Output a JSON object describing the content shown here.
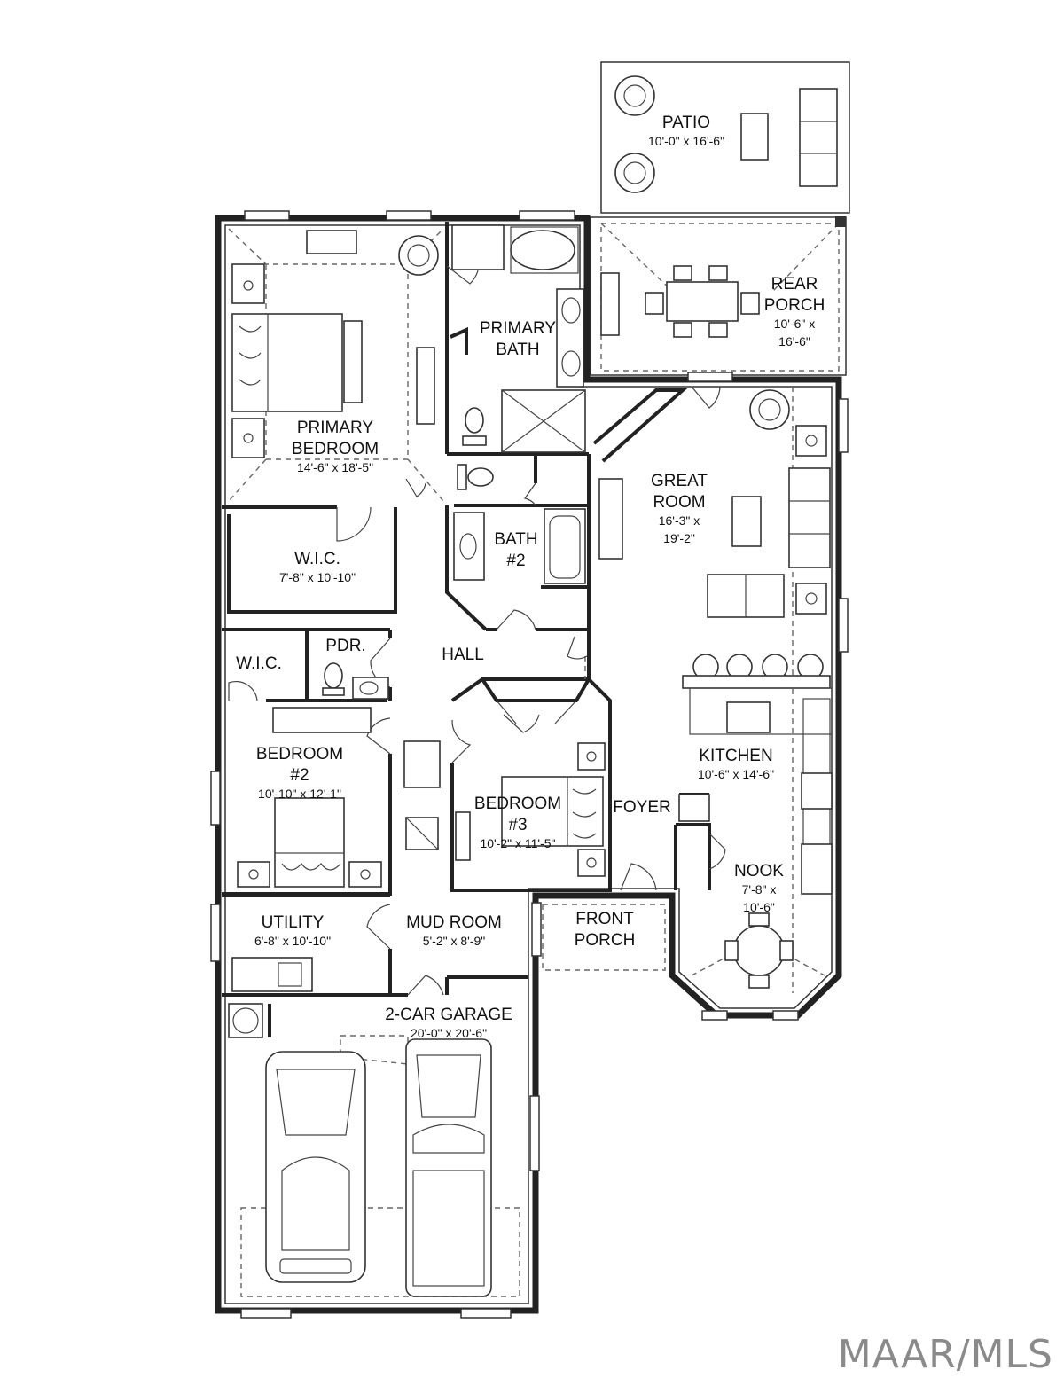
{
  "rooms": [
    {
      "id": "patio",
      "name": [
        "PATIO"
      ],
      "dims": "10'-0\" x 16'-6\""
    },
    {
      "id": "rear-porch",
      "name": [
        "REAR",
        "PORCH"
      ],
      "dims": [
        "10'-6\" x",
        "16'-6\""
      ]
    },
    {
      "id": "primary-bath",
      "name": [
        "PRIMARY",
        "BATH"
      ],
      "dims": ""
    },
    {
      "id": "primary-bedroom",
      "name": [
        "PRIMARY",
        "BEDROOM"
      ],
      "dims": "14'-6\" x 18'-5\""
    },
    {
      "id": "great-room",
      "name": [
        "GREAT",
        "ROOM"
      ],
      "dims": [
        "16'-3\" x",
        "19'-2\""
      ]
    },
    {
      "id": "wic-primary",
      "name": [
        "W.I.C."
      ],
      "dims": "7'-8\" x 10'-10\""
    },
    {
      "id": "bath-2",
      "name": [
        "BATH",
        "#2"
      ],
      "dims": ""
    },
    {
      "id": "wic-small",
      "name": [
        "W.I.C."
      ],
      "dims": ""
    },
    {
      "id": "powder",
      "name": [
        "PDR."
      ],
      "dims": ""
    },
    {
      "id": "hall",
      "name": [
        "HALL"
      ],
      "dims": ""
    },
    {
      "id": "bedroom-2",
      "name": [
        "BEDROOM",
        "#2"
      ],
      "dims": "10'-10\" x 12'-1\""
    },
    {
      "id": "kitchen",
      "name": [
        "KITCHEN"
      ],
      "dims": "10'-6\" x 14'-6\""
    },
    {
      "id": "bedroom-3",
      "name": [
        "BEDROOM",
        "#3"
      ],
      "dims": "10'-2\" x 11'-5\""
    },
    {
      "id": "foyer",
      "name": [
        "FOYER"
      ],
      "dims": ""
    },
    {
      "id": "nook",
      "name": [
        "NOOK"
      ],
      "dims": [
        "7'-8\" x",
        "10'-6\""
      ]
    },
    {
      "id": "utility",
      "name": [
        "UTILITY"
      ],
      "dims": "6'-8\" x 10'-10\""
    },
    {
      "id": "mud-room",
      "name": [
        "MUD ROOM"
      ],
      "dims": "5'-2\" x 8'-9\""
    },
    {
      "id": "front-porch",
      "name": [
        "FRONT",
        "PORCH"
      ],
      "dims": ""
    },
    {
      "id": "garage",
      "name": [
        "2-CAR GARAGE"
      ],
      "dims": "20'-0\" x 20'-6\""
    }
  ],
  "watermark": "MAAR/MLS",
  "colors": {
    "wall": "#222222",
    "background": "#ffffff",
    "watermark": "#8a8a8a"
  }
}
